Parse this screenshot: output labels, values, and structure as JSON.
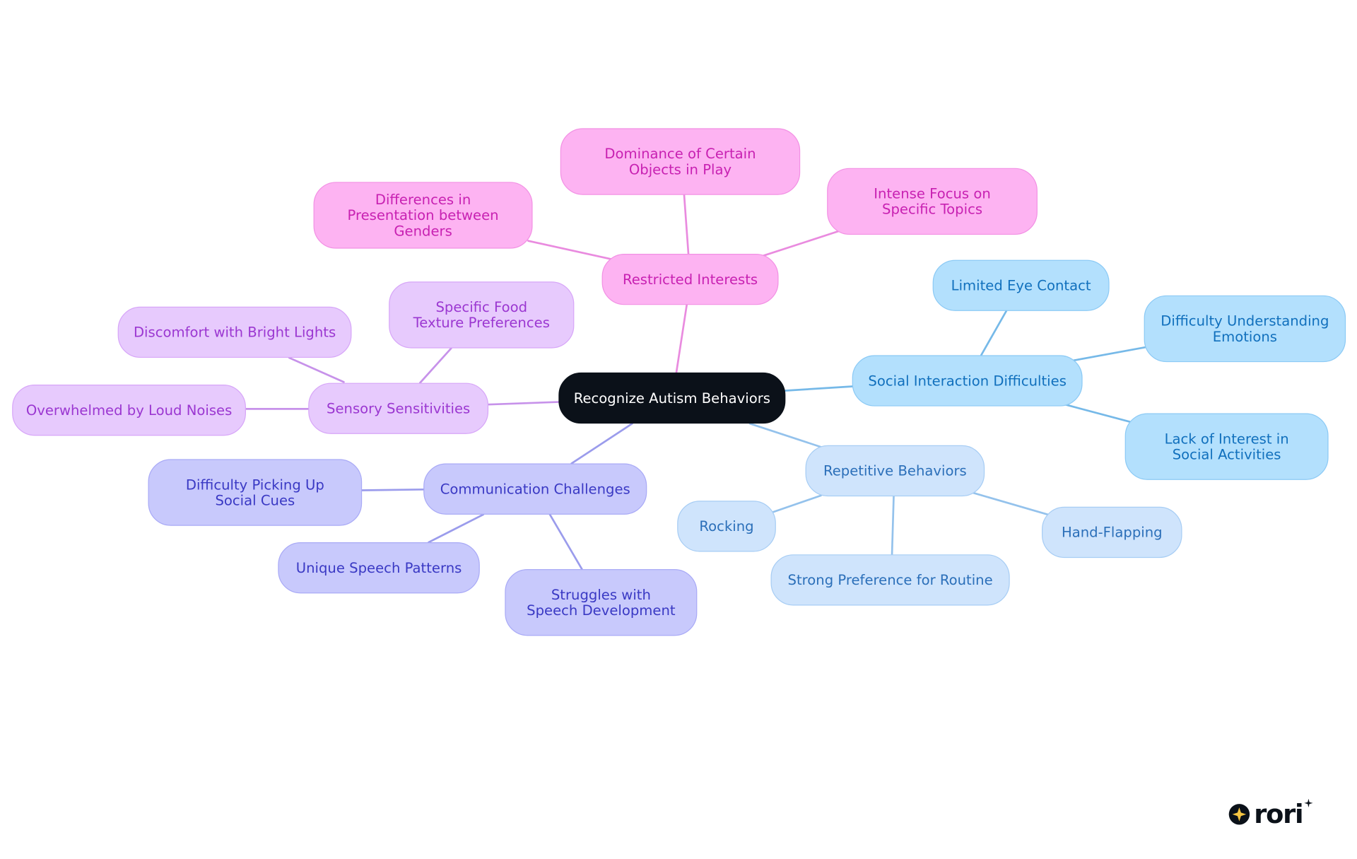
{
  "root": {
    "label": "Recognize Autism Behaviors",
    "color": "#0b1119"
  },
  "branches": {
    "restricted_interests": {
      "label": "Restricted Interests",
      "edge_color": "#e98bdf",
      "children": [
        "Dominance of Certain Objects in Play",
        "Differences in Presentation between Genders",
        "Intense Focus on Specific Topics"
      ]
    },
    "sensory_sensitivities": {
      "label": "Sensory Sensitivities",
      "edge_color": "#c792ea",
      "children": [
        "Specific Food Texture Preferences",
        "Discomfort with Bright Lights",
        "Overwhelmed by Loud Noises"
      ]
    },
    "communication_challenges": {
      "label": "Communication Challenges",
      "edge_color": "#9b9cec",
      "children": [
        "Difficulty Picking Up Social Cues",
        "Unique Speech Patterns",
        "Struggles with Speech Development"
      ]
    },
    "social_interaction": {
      "label": "Social Interaction Difficulties",
      "edge_color": "#76b9e8",
      "children": [
        "Limited Eye Contact",
        "Difficulty Understanding Emotions",
        "Lack of Interest in Social Activities"
      ]
    },
    "repetitive_behaviors": {
      "label": "Repetitive Behaviors",
      "edge_color": "#94c2ec",
      "children": [
        "Rocking",
        "Strong Preference for Routine",
        "Hand-Flapping"
      ]
    }
  },
  "logo": {
    "text": "rori",
    "star_color": "#f5c542"
  }
}
